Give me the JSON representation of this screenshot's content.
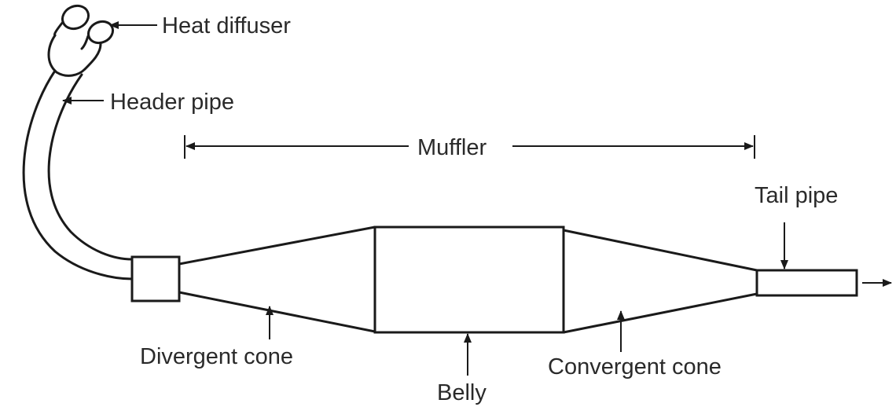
{
  "labels": {
    "heat_diffuser": "Heat diffuser",
    "header_pipe": "Header pipe",
    "muffler": "Muffler",
    "tail_pipe": "Tail pipe",
    "divergent_cone": "Divergent cone",
    "belly": "Belly",
    "convergent_cone": "Convergent cone"
  }
}
